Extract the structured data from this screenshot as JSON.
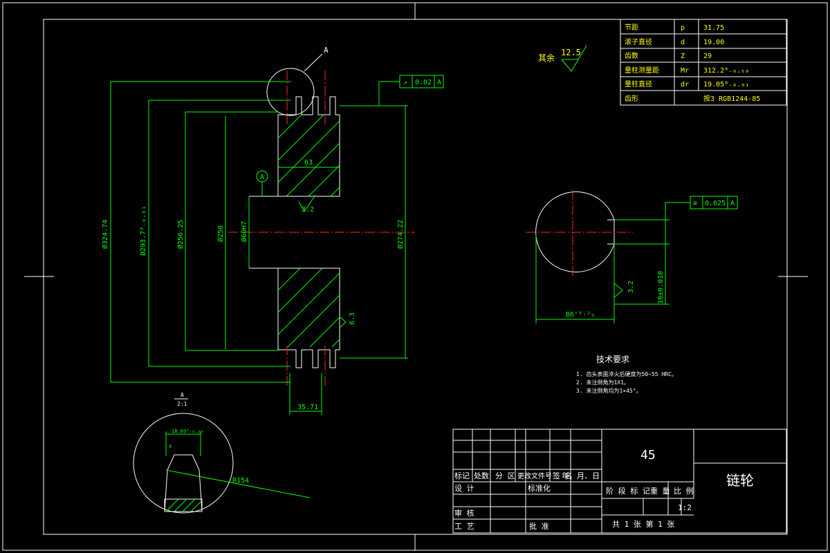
{
  "param_table": [
    {
      "name": "节距",
      "symbol": "p",
      "value": "31.75"
    },
    {
      "name": "滚子直径",
      "symbol": "d",
      "value": "19.00"
    },
    {
      "name": "齿数",
      "symbol": "Z",
      "value": "29"
    },
    {
      "name": "量柱测量距",
      "symbol": "Mr",
      "value": "312.2⁰₋₀.₅₀"
    },
    {
      "name": "量柱直径",
      "symbol": "dr",
      "value": "19.05⁰₋₀.₀₁"
    },
    {
      "name": "齿形",
      "symbol": "",
      "value": "按3 RGB1244-85"
    }
  ],
  "roughness_rest": {
    "label": "其余",
    "value": "12.5"
  },
  "datum_labels": {
    "top": "A",
    "left": "A",
    "detail": "A",
    "detail_scale": "2:1"
  },
  "tolerances": {
    "runout": {
      "symbol": "↗",
      "value": "0.02",
      "datum": "A"
    },
    "symmetry": {
      "symbol": "≡",
      "value": "0.025",
      "datum": "A"
    }
  },
  "dimensions": {
    "d1": "Ø324.74",
    "d2": "Ø293.7⁰₋₀.₈₁",
    "d3": "Ø256.25",
    "d4": "Ø250",
    "d5": "Ø60H7",
    "d6": "Ø274.22",
    "hub_width": "63",
    "tooth_width": "35.71",
    "key_width": "B6⁺⁰·²₀",
    "key_depth": "18±0.018",
    "ra_bore": "3.2",
    "ra_side": "6.3",
    "ra_key": "3.2",
    "detail_width": "18.09⁰₋₀.₂₀",
    "detail_small": "4",
    "detail_radius": "R154"
  },
  "tech_req": {
    "title": "技术要求",
    "items": [
      "1. 齿头表面淬火后硬度为50~55 HRC。",
      "2. 未注倒角为1X1。",
      "3. 未注倒角均为1×45°。"
    ]
  },
  "title_block": {
    "material": "45",
    "part_name": "链轮",
    "mark_rev": "标记",
    "mark_count": "处数",
    "zone": "分 区",
    "change_doc": "更改文件号",
    "sign": "签 名",
    "date": "年、月、日",
    "design": "设 计",
    "standardize": "标准化",
    "stage_mark": "阶 段 标 记",
    "weight": "重 量",
    "scale": "比 例",
    "scale_value": "1:2",
    "review": "审 核",
    "process": "工 艺",
    "approve": "批 准",
    "sheet": "共 1   张   第  1 张"
  }
}
